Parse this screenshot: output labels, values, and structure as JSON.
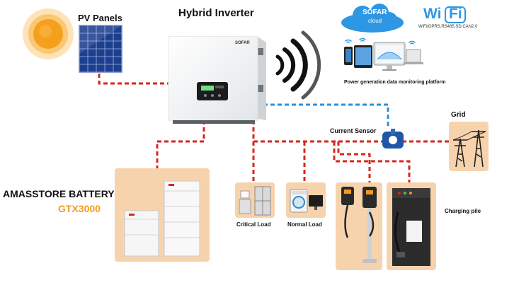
{
  "labels": {
    "pv_panels": "PV Panels",
    "hybrid_inverter": "Hybrid Inverter",
    "inverter_brand": "SOFAR",
    "cloud_brand": "SOFAR",
    "cloud_sub": "cloud",
    "wifi_text_wi": "Wi",
    "wifi_text_fi": "Fi",
    "wifi_protocols": "WiFi/GPRS,RS485,SD,CAN2.0",
    "monitoring": "Power generation data monitoring platform",
    "grid": "Grid",
    "current_sensor": "Current Sensor",
    "battery_title": "AMASSTORE BATTERY",
    "battery_model": "GTX3000",
    "critical_load": "Critical Load",
    "normal_load": "Normal Load",
    "charging_pile": "Charging pile"
  },
  "colors": {
    "power_line": "#d8261c",
    "data_line": "#2f8fd8",
    "tile_bg": "#f7d3ad",
    "model_orange": "#f39a1e",
    "sun": "#f5a623",
    "wifi_blue": "#2e97e3"
  },
  "icons": {
    "sun": "sun-icon",
    "solar_panel": "solar-panel-icon",
    "inverter": "inverter-icon",
    "signal": "wireless-signal-icon",
    "cloud": "cloud-icon",
    "wifi": "wifi-icon",
    "devices": "monitoring-devices-icon",
    "grid_tower": "power-tower-icon",
    "current_sensor": "current-sensor-icon",
    "battery": "battery-icon",
    "fridge": "fridge-icon",
    "washer": "washing-machine-icon",
    "ev_charger": "ev-charger-icon",
    "charging_cabinet": "charging-cabinet-icon"
  }
}
